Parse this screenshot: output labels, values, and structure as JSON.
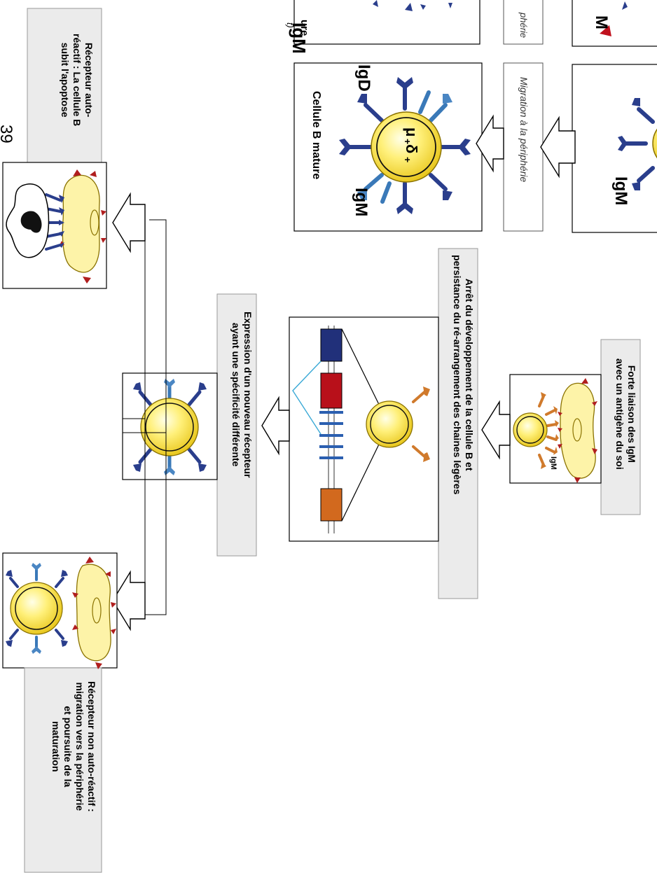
{
  "page_number": "39",
  "colors": {
    "cell_fill": "#f6e25a",
    "cell_core": "#fff9b0",
    "membrane": "#c9a400",
    "stromal_fill": "#fdf3a8",
    "antigen": "#b01e1e",
    "igm_receptor": "#2a3e8c",
    "igd_receptor": "#3a79b8",
    "self_reactive_receptor": "#d07a2c",
    "gene_blue": "#21307a",
    "gene_red": "#b8101a",
    "gene_orange": "#d2691e",
    "grey_box": "#ebebeb"
  },
  "top_panels": {
    "left_partial": {
      "ig_label": "IgM",
      "line1": "ure",
      "line2": "t)"
    },
    "migration_top": "phérie",
    "mature_cell": {
      "igd": "IgD",
      "igm": "IgM",
      "title": "Cellule B mature",
      "mu": "μ",
      "delta": "δ",
      "plus1": "+",
      "plus2": "+"
    },
    "migration": "Migration à la périphérie",
    "right_partial_top": "M",
    "right_partial_bottom": "IgM"
  },
  "process": {
    "strong_binding": "Forte liaison des IgM\navec un antigène du soi",
    "binding_igm_label": "IgM",
    "arrest": "Arrêt du développement de la cellule B et\npersistance du ré-arrangement des chaines légères",
    "new_receptor": "Expression d'un nouveau récepteur\nayant une spécificité différente",
    "auto_reactive": "Récepteur auto-\nréactif : La cellule B\nsubit l'apoptose",
    "non_auto_reactive": "Récepteur non auto-réactif :\nmigration vers la périphérie\net poursuite de la\nmaturation"
  }
}
